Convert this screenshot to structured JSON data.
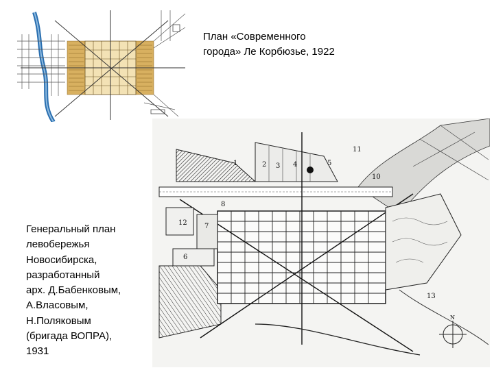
{
  "caption_top": {
    "lines": [
      "План «Современного",
      "города» Ле Корбюзье, 1922"
    ]
  },
  "caption_bottom": {
    "lines": [
      "Генеральный план",
      "левобережья",
      "Новосибирска,",
      "разработанный",
      "арх. Д.Бабенковым,",
      "А.Власовым,",
      "Н.Поляковым",
      "(бригада  ВОПРА),",
      "1931"
    ]
  },
  "plan_1931": {
    "zone_labels": [
      "1",
      "2",
      "3",
      "4",
      "5",
      "6",
      "7",
      "8",
      "10",
      "11",
      "12",
      "13"
    ],
    "compass_mark": "N"
  },
  "colors": {
    "ink": "#1a1a1a",
    "river": "#2a6fb0",
    "grid_ochre": "#b8892a"
  }
}
